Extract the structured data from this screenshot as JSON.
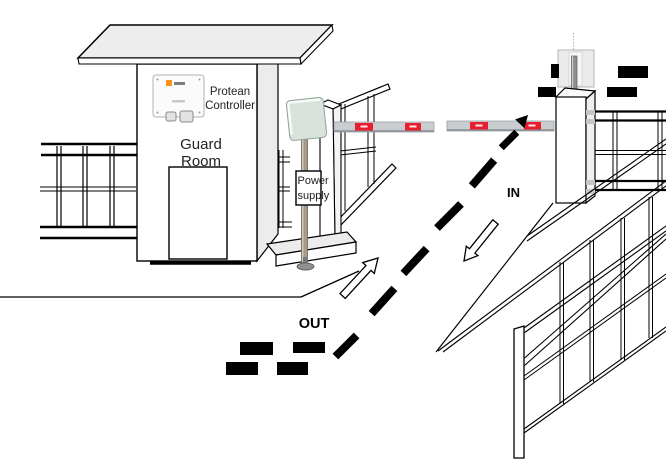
{
  "diagram": {
    "device_label": {
      "line1": "Protean",
      "line2": "Controller"
    },
    "room_label": {
      "line1": "Guard",
      "line2": "Room"
    },
    "power_label": {
      "line1": "Power",
      "line2": "supply"
    },
    "lanes": {
      "in": "IN",
      "out": "OUT"
    },
    "colors": {
      "boom_stripe": "#e91d30",
      "logo_orange": "#f7941d",
      "roof_gray": "#ededed",
      "reader_panel_green": "#d9e3dc",
      "redaction": "#000000"
    }
  }
}
